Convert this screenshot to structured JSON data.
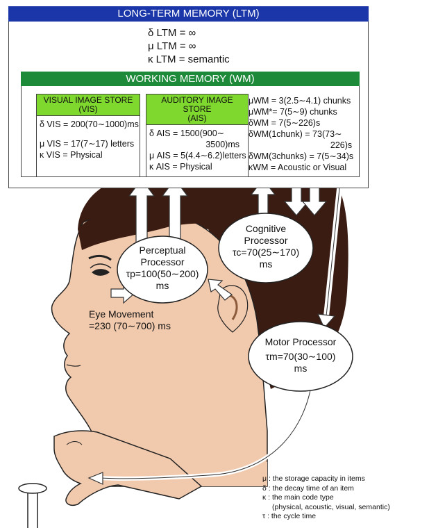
{
  "ltm": {
    "title": "LONG-TERM MEMORY (LTM)",
    "params": [
      "δ LTM = ∞",
      "μ LTM = ∞",
      "κ LTM = semantic"
    ]
  },
  "wm": {
    "title": "WORKING MEMORY (WM)",
    "vis": {
      "head1": "VISUAL IMAGE STORE",
      "head2": "(VIS)",
      "lines": [
        "δ VIS = 200(70∼1000)ms",
        "μ VIS = 17(7∼17) letters",
        "κ VIS = Physical"
      ]
    },
    "ais": {
      "head1": "AUDITORY IMAGE STORE",
      "head2": "(AIS)",
      "lines": [
        "δ AIS = 1500(900∼",
        "3500)ms",
        "μ AIS = 5(4.4∼6.2)letters",
        "κ AIS = Physical"
      ]
    },
    "params": [
      "μWM = 3(2.5∼4.1) chunks",
      "μWM*= 7(5∼9) chunks",
      "δWM = 7(5∼226)s",
      "δWM(1chunk) = 73(73∼",
      "226)s",
      "δWM(3chunks) = 7(5∼34)s",
      "κWM = Acoustic or Visual"
    ]
  },
  "processors": {
    "perceptual": [
      "Perceptual",
      "Processor",
      "τp=100(50∼200)",
      "ms"
    ],
    "cognitive": [
      "Cognitive",
      "Processor",
      "τc=70(25∼170)",
      "ms"
    ],
    "motor": [
      "Motor Processor",
      "τm=70(30∼100)",
      "ms"
    ]
  },
  "eye_movement": [
    "Eye Movement",
    "=230 (70∼700) ms"
  ],
  "legend": [
    "μ : the storage capacity in items",
    "δ : the decay time of an item",
    "κ : the main code type",
    "(physical, acoustic, visual, semantic)",
    "τ : the cycle time"
  ],
  "colors": {
    "ltm_header": "#1a36a8",
    "wm_header": "#1d8a3a",
    "store_header": "#7ed82e",
    "hair": "#3a1c12",
    "skin": "#f1c9ad"
  }
}
